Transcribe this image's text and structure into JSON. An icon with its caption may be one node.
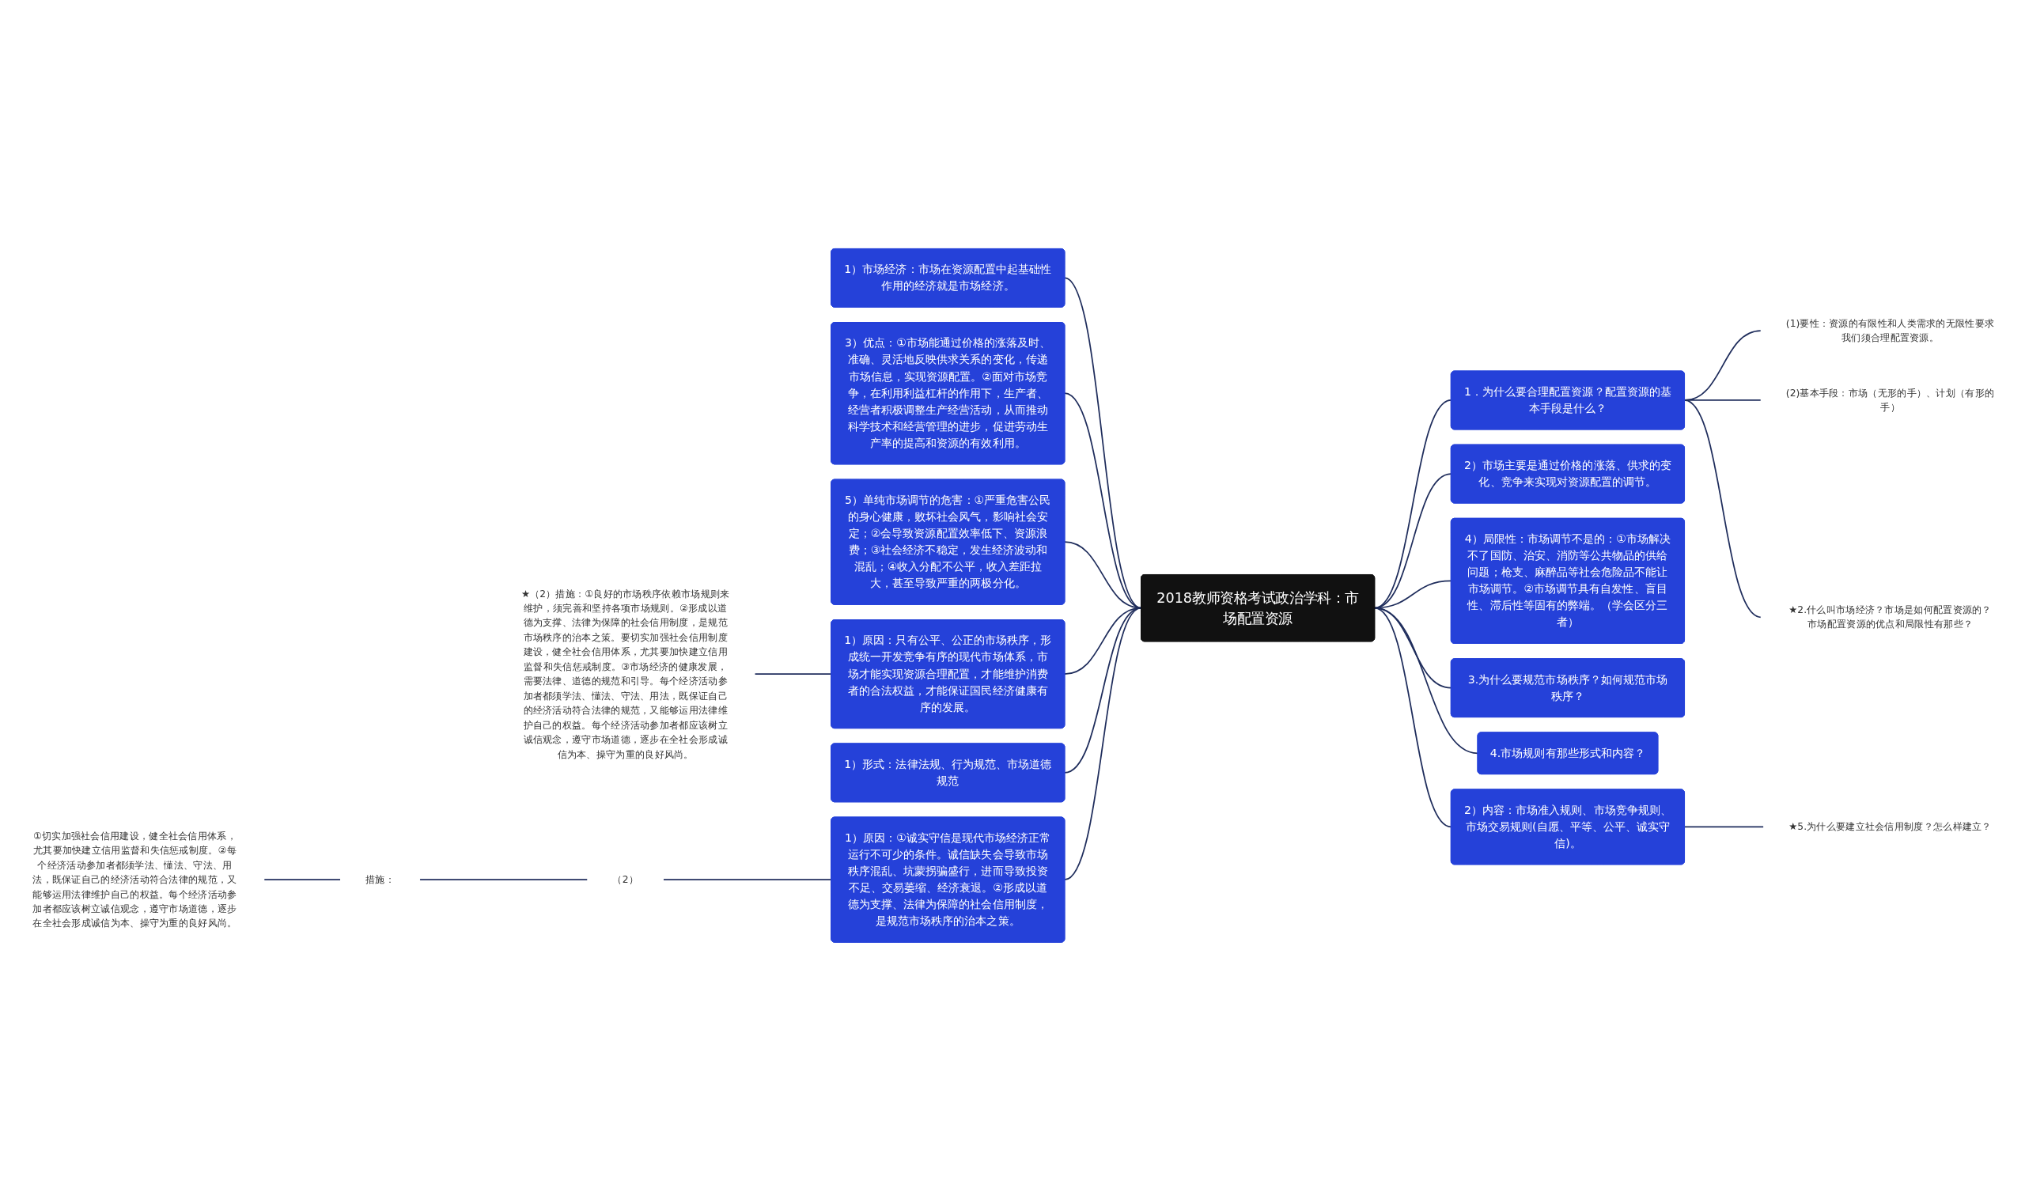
{
  "diagram": {
    "nodes": [
      {
        "text": [
          "2018教师资格考试政治学科：市场配置资源"
        ]
      },
      {
        "text": [
          "1）市场经济：市场在资源配置中起基础性作用的经济就是市场经济。"
        ]
      },
      {
        "text": [
          "3）优点：①市场能通过价格的涨落及时、准确、灵活地反映供求关系的变化，传递市场信息，实现资源配置。②面对市场竞争，在利用利益杠杆的作用下，生产者、经营者积极调整生产经营活动，从而推动科学技术和经营管理的进步，促进劳动生产率的提高和资源的有效利用。"
        ]
      },
      {
        "text": [
          "5）单纯市场调节的危害：①严重危害公民的身心健康，败坏社会风气，影响社会安定；②会导致资源配置效率低下、资源浪费；③社会经济不稳定，发生经济波动和混乱；④收入分配不公平，收入差距拉大，甚至导致严重的两极分化。"
        ]
      },
      {
        "text": [
          "1）原因：只有公平、公正的市场秩序，形成统一开发竞争有序的现代市场体系，市场才能实现资源合理配置，才能维护消费者的合法权益，才能保证国民经济健康有序的发展。"
        ]
      },
      {
        "text": [
          "★（2）措施：①良好的市场秩序依赖市场规则来维护，须完善和坚持各项市场规则。②形成以道德为支撑、法律为保障的社会信用制度，是规范市场秩序的治本之策。要切实加强社会信用制度建设，健全社会信用体系，尤其要加快建立信用监督和失信惩戒制度。③市场经济的健康发展，需要法律、道德的规范和引导。每个经济活动参加者都须学法、懂法、守法、用法，既保证自己的经济活动符合法律的规范，又能够运用法律维护自己的权益。每个经济活动参加者都应该树立诚信观念，遵守市场道德，逐步在全社会形成诚信为本、操守为重的良好风尚。"
        ]
      },
      {
        "text": [
          "1）形式：法律法规、行为规范、市场道德规范"
        ]
      },
      {
        "text": [
          "1）原因：①诚实守信是现代市场经济正常运行不可少的条件。诚信缺失会导致市场秩序混乱、坑蒙拐骗盛行，进而导致投资不足、交易萎缩、经济衰退。②形成以道德为支撑、法律为保障的社会信用制度，是规范市场秩序的治本之策。"
        ]
      },
      {
        "text": [
          "（2）"
        ]
      },
      {
        "text": [
          "措施："
        ]
      },
      {
        "text": [
          "①切实加强社会信用建设，健全社会信用体系，尤其要加快建立信用监督和失信惩戒制度。②每个经济活动参加者都须学法、懂法、守法、用法，既保证自己的经济活动符合法律的规范，又能够运用法律维护自己的权益。每个经济活动参加者都应该树立诚信观念，遵守市场道德，逐步在全社会形成诚信为本、操守为重的良好风尚。"
        ]
      },
      {
        "text": [
          "1．为什么要合理配置资源？配置资源的基本手段是什么？"
        ]
      },
      {
        "text": [
          "(1)要性：资源的有限性和人类需求的无限性要求我们须合理配置资源。"
        ]
      },
      {
        "text": [
          "(2)基本手段：市场（无形的手）、计划（有形的手）"
        ]
      },
      {
        "text": [
          "★2.什么叫市场经济？市场是如何配置资源的？市场配置资源的优点和局限性有那些？"
        ]
      },
      {
        "text": [
          "2）市场主要是通过价格的涨落、供求的变化、竞争来实现对资源配置的调节。"
        ]
      },
      {
        "text": [
          "4）局限性：市场调节不是的：①市场解决不了国防、治安、消防等公共物品的供给问题；枪支、麻醉品等社会危险品不能让市场调节。②市场调节具有自发性、盲目性、滞后性等固有的弊端。（学会区分三者）"
        ]
      },
      {
        "text": [
          "3.为什么要规范市场秩序？如何规范市场秩序？"
        ]
      },
      {
        "text": [
          "4.市场规则有那些形式和内容？"
        ]
      },
      {
        "text": [
          "2）内容：市场准入规则、市场竞争规则、市场交易规则(自愿、平等、公平、诚实守信)。"
        ]
      },
      {
        "text": [
          "★5.为什么要建立社会信用制度？怎么样建立？"
        ]
      }
    ],
    "edges": [
      {
        "from": 1,
        "to": 0,
        "arrow": "none"
      },
      {
        "from": 2,
        "to": 0,
        "arrow": "none"
      },
      {
        "from": 3,
        "to": 0,
        "arrow": "none"
      },
      {
        "from": 4,
        "to": 0,
        "arrow": "none"
      },
      {
        "from": 5,
        "to": 4,
        "arrow": "none"
      },
      {
        "from": 6,
        "to": 0,
        "arrow": "none"
      },
      {
        "from": 7,
        "to": 0,
        "arrow": "none"
      },
      {
        "from": 8,
        "to": 7,
        "arrow": "none"
      },
      {
        "from": 9,
        "to": 8,
        "arrow": "none"
      },
      {
        "from": 10,
        "to": 9,
        "arrow": "none"
      },
      {
        "from": 0,
        "to": 11,
        "arrow": "none"
      },
      {
        "from": 11,
        "to": 12,
        "arrow": "none"
      },
      {
        "from": 11,
        "to": 13,
        "arrow": "none"
      },
      {
        "from": 11,
        "to": 14,
        "arrow": "none"
      },
      {
        "from": 0,
        "to": 15,
        "arrow": "none"
      },
      {
        "from": 0,
        "to": 16,
        "arrow": "none"
      },
      {
        "from": 0,
        "to": 17,
        "arrow": "none"
      },
      {
        "from": 0,
        "to": 18,
        "arrow": "none"
      },
      {
        "from": 0,
        "to": 19,
        "arrow": "none"
      },
      {
        "from": 19,
        "to": 20,
        "arrow": "none"
      }
    ]
  }
}
